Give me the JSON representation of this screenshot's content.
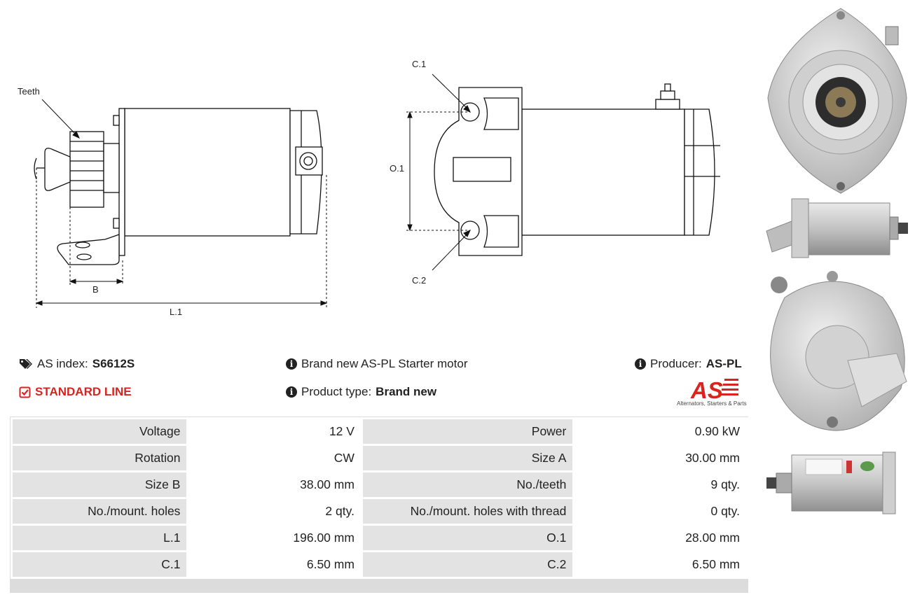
{
  "drawing": {
    "labels": {
      "teeth": "Teeth",
      "b": "B",
      "l1": "L.1",
      "c1": "C.1",
      "c2": "C.2",
      "o1": "O.1"
    }
  },
  "info": {
    "index_label": "AS index:",
    "index_value": "S6612S",
    "line": "STANDARD LINE",
    "description": "Brand new AS-PL Starter motor",
    "product_type_label": "Product type:",
    "product_type_value": "Brand new",
    "producer_label": "Producer:",
    "producer_value": "AS-PL",
    "logo_text": "AS",
    "logo_subtitle": "Alternators, Starters & Parts"
  },
  "specs": [
    [
      {
        "label": "Voltage",
        "value": "12 V"
      },
      {
        "label": "Power",
        "value": "0.90 kW"
      }
    ],
    [
      {
        "label": "Rotation",
        "value": "CW"
      },
      {
        "label": "Size A",
        "value": "30.00 mm"
      }
    ],
    [
      {
        "label": "Size B",
        "value": "38.00 mm"
      },
      {
        "label": "No./teeth",
        "value": "9 qty."
      }
    ],
    [
      {
        "label": "No./mount. holes",
        "value": "2 qty."
      },
      {
        "label": "No./mount. holes with thread",
        "value": "0 qty."
      }
    ],
    [
      {
        "label": "L.1",
        "value": "196.00 mm"
      },
      {
        "label": "O.1",
        "value": "28.00 mm"
      }
    ],
    [
      {
        "label": "C.1",
        "value": "6.50 mm"
      },
      {
        "label": "C.2",
        "value": "6.50 mm"
      }
    ]
  ],
  "colors": {
    "accent_red": "#d9231d",
    "label_bg": "#e3e3e3"
  },
  "icons": [
    "tags-icon",
    "check-square-icon",
    "info-icon",
    "as-pl-logo"
  ]
}
